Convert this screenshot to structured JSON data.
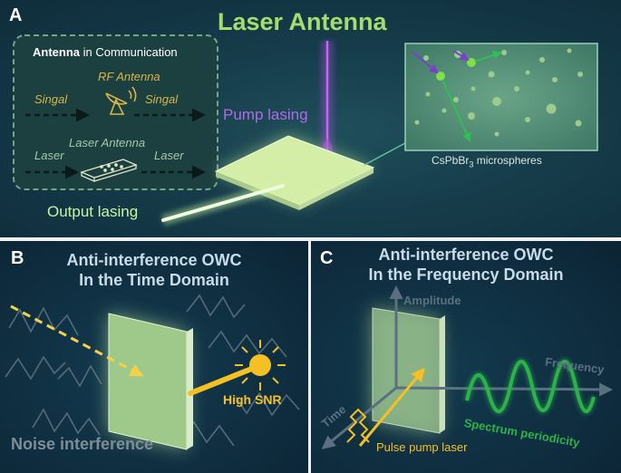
{
  "panel_a": {
    "letter": "A",
    "title": "Laser Antenna",
    "inset": {
      "heading_bold": "Antenna",
      "heading_rest": " in Communication",
      "rf_label": "RF Antenna",
      "signal_in": "Singal",
      "signal_out": "Singal",
      "laser_antenna_label": "Laser Antenna",
      "laser_in": "Laser",
      "laser_out": "Laser"
    },
    "pump_label": "Pump lasing",
    "output_label": "Output lasing",
    "micro_prefix": "CsPbBr",
    "micro_sub": "3",
    "micro_suffix": " microspheres"
  },
  "panel_b": {
    "letter": "B",
    "title_line1": "Anti-interference OWC",
    "title_line2": "In the Time Domain",
    "snr_label": "High SNR",
    "noise_label": "Noise interference"
  },
  "panel_c": {
    "letter": "C",
    "title_line1": "Anti-interference OWC",
    "title_line2": "In the Frequency Domain",
    "amplitude_label": "Amplitude",
    "frequency_label": "Frequency",
    "time_label": "Time",
    "pulse_label": "Pulse pump laser",
    "spectrum_label": "Spectrum periodicity"
  },
  "colors": {
    "title_green": "#a6dc6e",
    "glow_green": "#c8f5a0",
    "pump_purple": "#b04fe0",
    "inset_text": "#d6b64a",
    "spectrum_green": "#2bb34a",
    "signal_yellow": "#f5c024"
  }
}
